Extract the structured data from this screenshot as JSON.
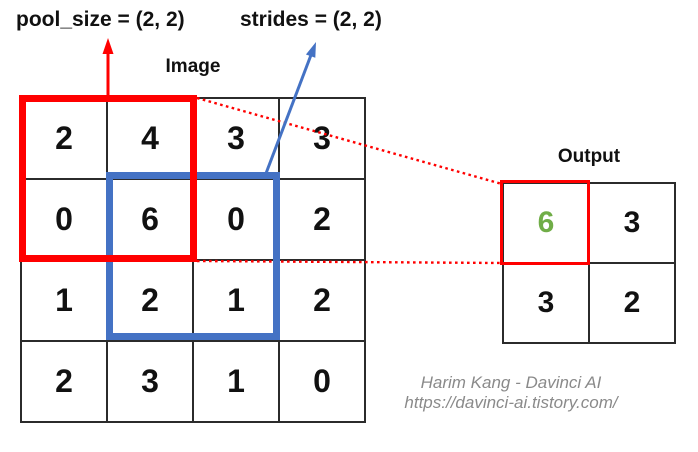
{
  "labels": {
    "pool_size": "pool_size = (2, 2)",
    "strides": "strides = (2, 2)",
    "image_title": "Image",
    "output_title": "Output"
  },
  "image_grid": {
    "rows": [
      [
        "2",
        "4",
        "3",
        "3"
      ],
      [
        "0",
        "6",
        "0",
        "2"
      ],
      [
        "1",
        "2",
        "1",
        "2"
      ],
      [
        "2",
        "3",
        "1",
        "0"
      ]
    ]
  },
  "output_grid": {
    "rows": [
      [
        "6",
        "3"
      ],
      [
        "3",
        "2"
      ]
    ],
    "highlighted_cell_value": "6"
  },
  "attribution": {
    "author": "Harim Kang - Davinci AI",
    "url": "https://davinci-ai.tistory.com/"
  },
  "colors": {
    "pool_box_red": "#ff0000",
    "stride_box_blue": "#4472c4",
    "highlight_green": "#70ad47",
    "grid_line": "#2b2b2b",
    "attribution_gray": "#8a8a8a"
  }
}
